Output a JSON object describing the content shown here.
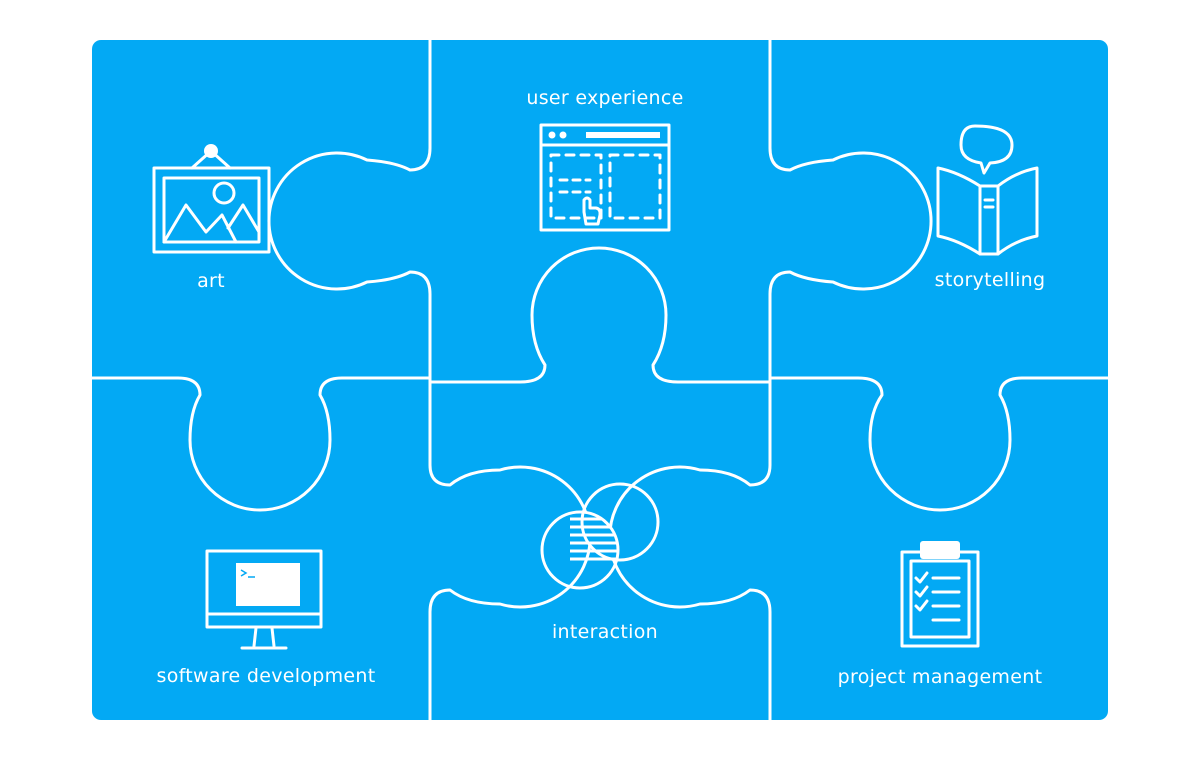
{
  "colors": {
    "board": "#03a9f4",
    "seams": "#ffffff"
  },
  "pieces": {
    "art": {
      "label": "art",
      "icon": "framed-picture-icon"
    },
    "user_experience": {
      "label": "user experience",
      "icon": "browser-wireframe-icon"
    },
    "storytelling": {
      "label": "storytelling",
      "icon": "open-book-speech-icon"
    },
    "software_development": {
      "label": "software development",
      "icon": "computer-monitor-icon"
    },
    "interaction": {
      "label": "interaction",
      "icon": "overlapping-circles-icon"
    },
    "project_management": {
      "label": "project management",
      "icon": "clipboard-checklist-icon"
    }
  }
}
